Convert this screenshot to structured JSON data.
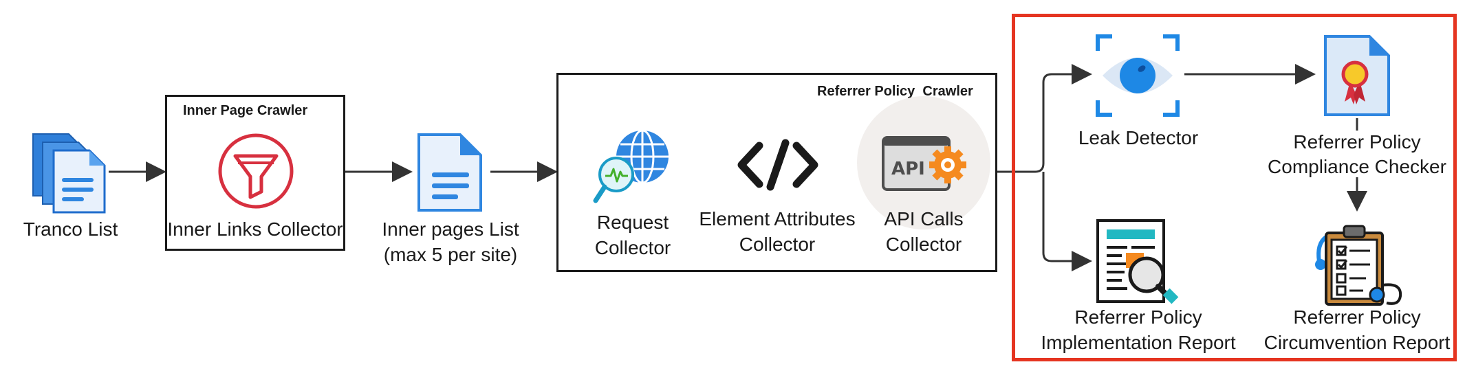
{
  "nodes": {
    "tranco": {
      "label": "Tranco List"
    },
    "inner_page_crawler": {
      "title": "Inner Page Crawler",
      "collector_label": "Inner Links Collector"
    },
    "inner_pages": {
      "line1": "Inner pages List",
      "line2": "(max 5 per site)"
    },
    "referrer_crawler": {
      "title": "Referrer Policy  Crawler",
      "request": {
        "line1": "Request",
        "line2": "Collector"
      },
      "element": {
        "line1": "Element Attributes",
        "line2": "Collector"
      },
      "api": {
        "line1": "API Calls",
        "line2": "Collector",
        "icon_text": "API"
      }
    },
    "leak_detector": {
      "label": "Leak Detector"
    },
    "compliance_checker": {
      "line1": "Referrer Policy",
      "line2": "Compliance Checker"
    },
    "implementation_report": {
      "line1": "Referrer Policy",
      "line2": "Implementation Report"
    },
    "circumvention_report": {
      "line1": "Referrer Policy",
      "line2": "Circumvention Report"
    }
  },
  "icons": [
    "documents-stack-icon",
    "funnel-icon",
    "document-icon",
    "globe-search-icon",
    "code-icon",
    "api-gear-icon",
    "eye-icon",
    "certificate-icon",
    "report-magnifier-icon",
    "clipboard-checklist-icon"
  ],
  "colors": {
    "highlight": "#e53521",
    "blue": "#1e88e5",
    "funnel": "#d7303f",
    "orange": "#f58a1f"
  }
}
